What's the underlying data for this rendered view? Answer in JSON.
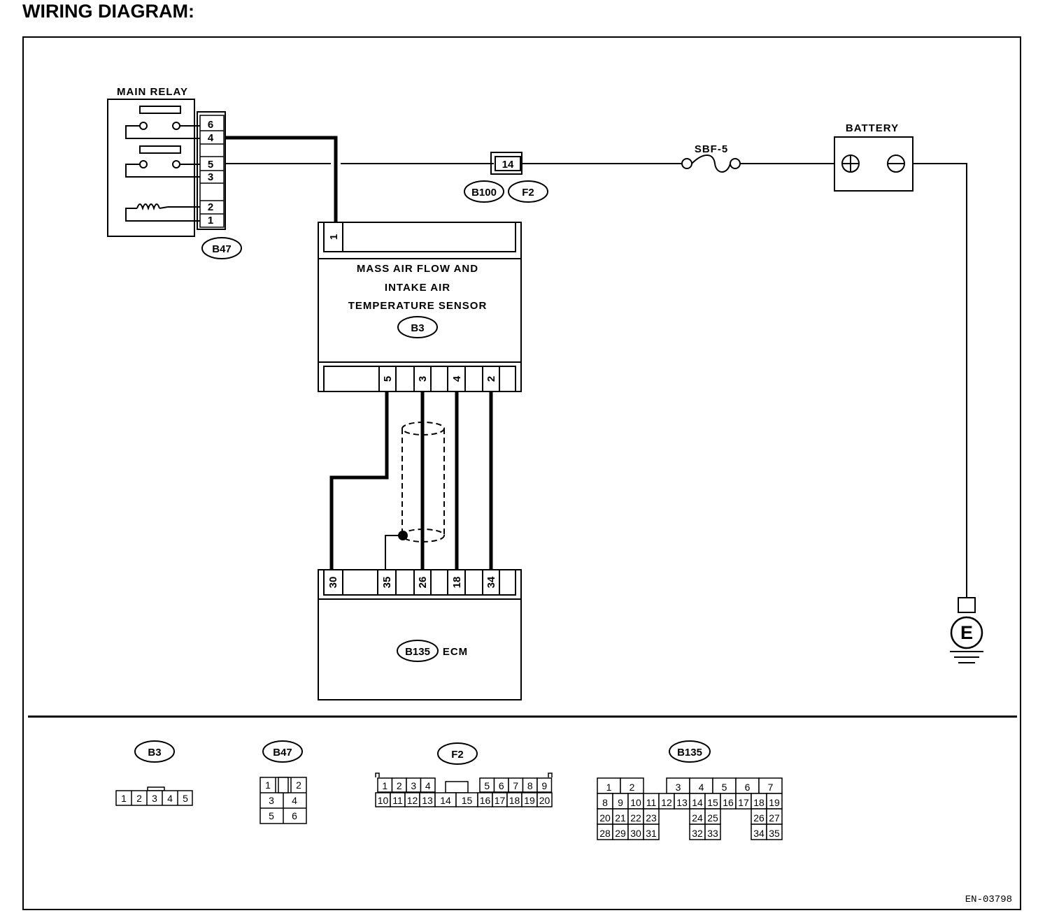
{
  "title": "WIRING DIAGRAM:",
  "ref_code": "EN-03798",
  "components": {
    "main_relay": {
      "label": "MAIN RELAY",
      "connector": "B47",
      "pins": [
        "6",
        "4",
        "5",
        "3",
        "2",
        "1"
      ]
    },
    "maf_sensor": {
      "label_lines": [
        "MASS AIR FLOW AND",
        "INTAKE AIR",
        "TEMPERATURE SENSOR"
      ],
      "connector": "B3",
      "top_pin": "1",
      "bottom_pins": [
        "5",
        "3",
        "4",
        "2"
      ]
    },
    "joint_connector": {
      "pin": "14",
      "connectors": [
        "B100",
        "F2"
      ]
    },
    "fuse": {
      "label": "SBF-5"
    },
    "battery": {
      "label": "BATTERY",
      "terminals": [
        "+",
        "−"
      ]
    },
    "ecm": {
      "connector": "B135",
      "label": "ECM",
      "pins": [
        "30",
        "35",
        "26",
        "18",
        "34"
      ]
    },
    "ground": {
      "label": "E"
    }
  },
  "connector_views": {
    "B3": {
      "name": "B3",
      "rows": [
        [
          "1",
          "2",
          "3",
          "4",
          "5"
        ]
      ]
    },
    "B47": {
      "name": "B47",
      "rows": [
        [
          "1",
          "",
          "2"
        ],
        [
          "3",
          "4"
        ],
        [
          "5",
          "6"
        ]
      ]
    },
    "F2": {
      "name": "F2",
      "rows": [
        [
          "1",
          "2",
          "3",
          "4",
          "5",
          "6",
          "7",
          "8",
          "9"
        ],
        [
          "10",
          "11",
          "12",
          "13",
          "14",
          "15",
          "16",
          "17",
          "18",
          "19",
          "20"
        ]
      ]
    },
    "B135": {
      "name": "B135",
      "rows": [
        [
          "1",
          "2",
          "3",
          "4",
          "5",
          "6",
          "7"
        ],
        [
          "8",
          "9",
          "10",
          "11",
          "12",
          "13",
          "14",
          "15",
          "16",
          "17",
          "18",
          "19"
        ],
        [
          "20",
          "21",
          "22",
          "23",
          "24",
          "25",
          "26",
          "27"
        ],
        [
          "28",
          "29",
          "30",
          "31",
          "32",
          "33",
          "34",
          "35"
        ]
      ]
    }
  }
}
